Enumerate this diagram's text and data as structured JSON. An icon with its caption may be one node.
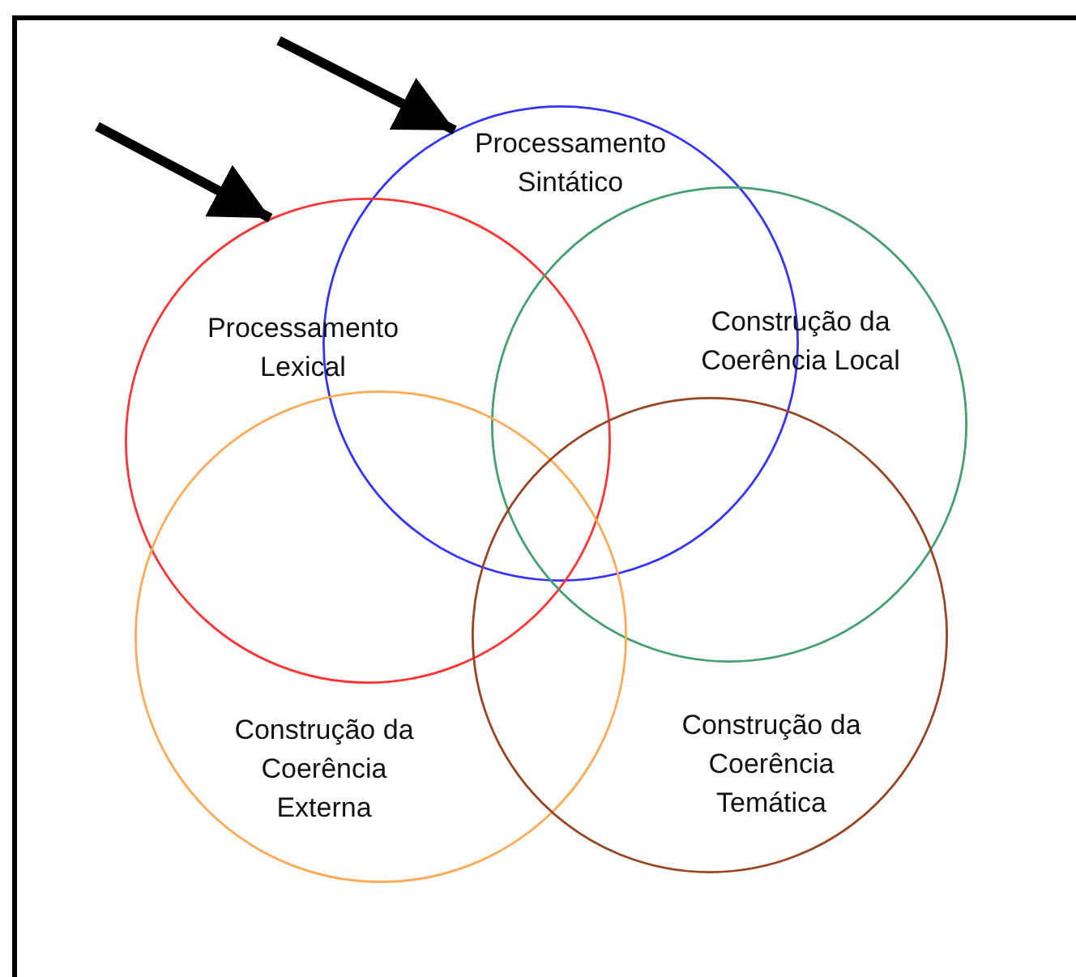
{
  "diagram": {
    "nodes": [
      {
        "text": [
          "Processamento Sintático"
        ]
      },
      {
        "text": [
          "Processamento Lexical"
        ]
      },
      {
        "text": [
          "Construção da Coerência Local"
        ]
      },
      {
        "text": [
          "Construção da Coerência Externa"
        ]
      },
      {
        "text": [
          "Construção da Coerência Temática"
        ]
      }
    ],
    "edges": [
      {
        "from": null,
        "to": 0,
        "arrow": "to"
      },
      {
        "from": null,
        "to": 1,
        "arrow": "to"
      }
    ]
  }
}
